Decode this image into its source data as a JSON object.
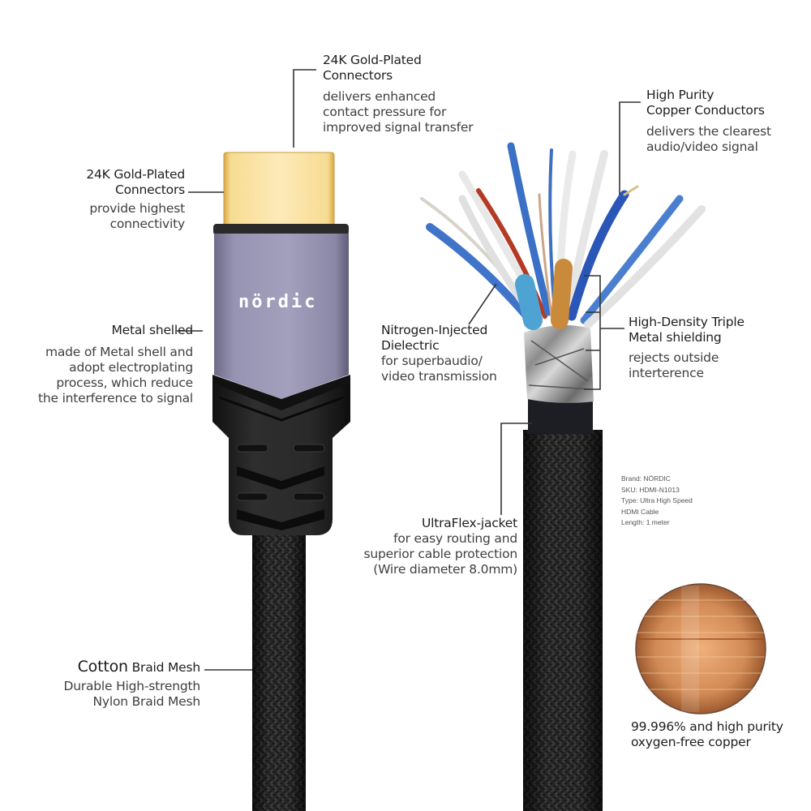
{
  "brand_logo": "nördic",
  "callouts": {
    "gold_top": {
      "title": [
        "24K Gold-Plated",
        "Connectors"
      ],
      "desc": [
        "delivers enhanced",
        "contact pressure for",
        "improved signal transfer"
      ]
    },
    "gold_left": {
      "title": [
        "24K Gold-Plated",
        "Connectors"
      ],
      "desc": [
        "provide highest",
        "connectivity"
      ]
    },
    "copper_conductors": {
      "title": [
        "High Purity",
        "Copper Conductors"
      ],
      "desc": [
        "delivers the clearest",
        "audio/video signal"
      ]
    },
    "metal_shelled": {
      "title": "Metal shelled",
      "desc": [
        "made of Metal shell and",
        "adopt electroplating",
        "process, which reduce",
        "the interference to signal"
      ]
    },
    "dielectric": {
      "title": [
        "Nitrogen-Injected",
        "Dielectric"
      ],
      "desc": [
        "for superbaudio/",
        "video transmission"
      ]
    },
    "shielding": {
      "title": [
        "High-Density Triple",
        "Metal shielding"
      ],
      "desc": [
        "rejects outside",
        "interterence"
      ]
    },
    "jacket": {
      "title": "UltraFlex-jacket",
      "desc": [
        "for easy routing and",
        "superior cable protection",
        "(Wire diameter 8.0mm)"
      ]
    },
    "braid": {
      "title_bold": "Cotton",
      "title_rest": " Braid Mesh",
      "desc": [
        "Durable High-strength",
        "Nylon Braid Mesh"
      ]
    },
    "copper_purity": {
      "desc": [
        "99.996% and high purity",
        "oxygen-free copper"
      ]
    }
  },
  "specs": {
    "lines": [
      "Brand: NÖRDIC",
      "SKU: HDMI-N1013",
      "Type: Ultra High Speed",
      "HDMI Cable",
      "Length: 1 meter"
    ]
  },
  "colors": {
    "gold": "#f7d98a",
    "shell": "#8f8ca8",
    "cable": "#1b1b1b",
    "copper": "#c9814e"
  }
}
